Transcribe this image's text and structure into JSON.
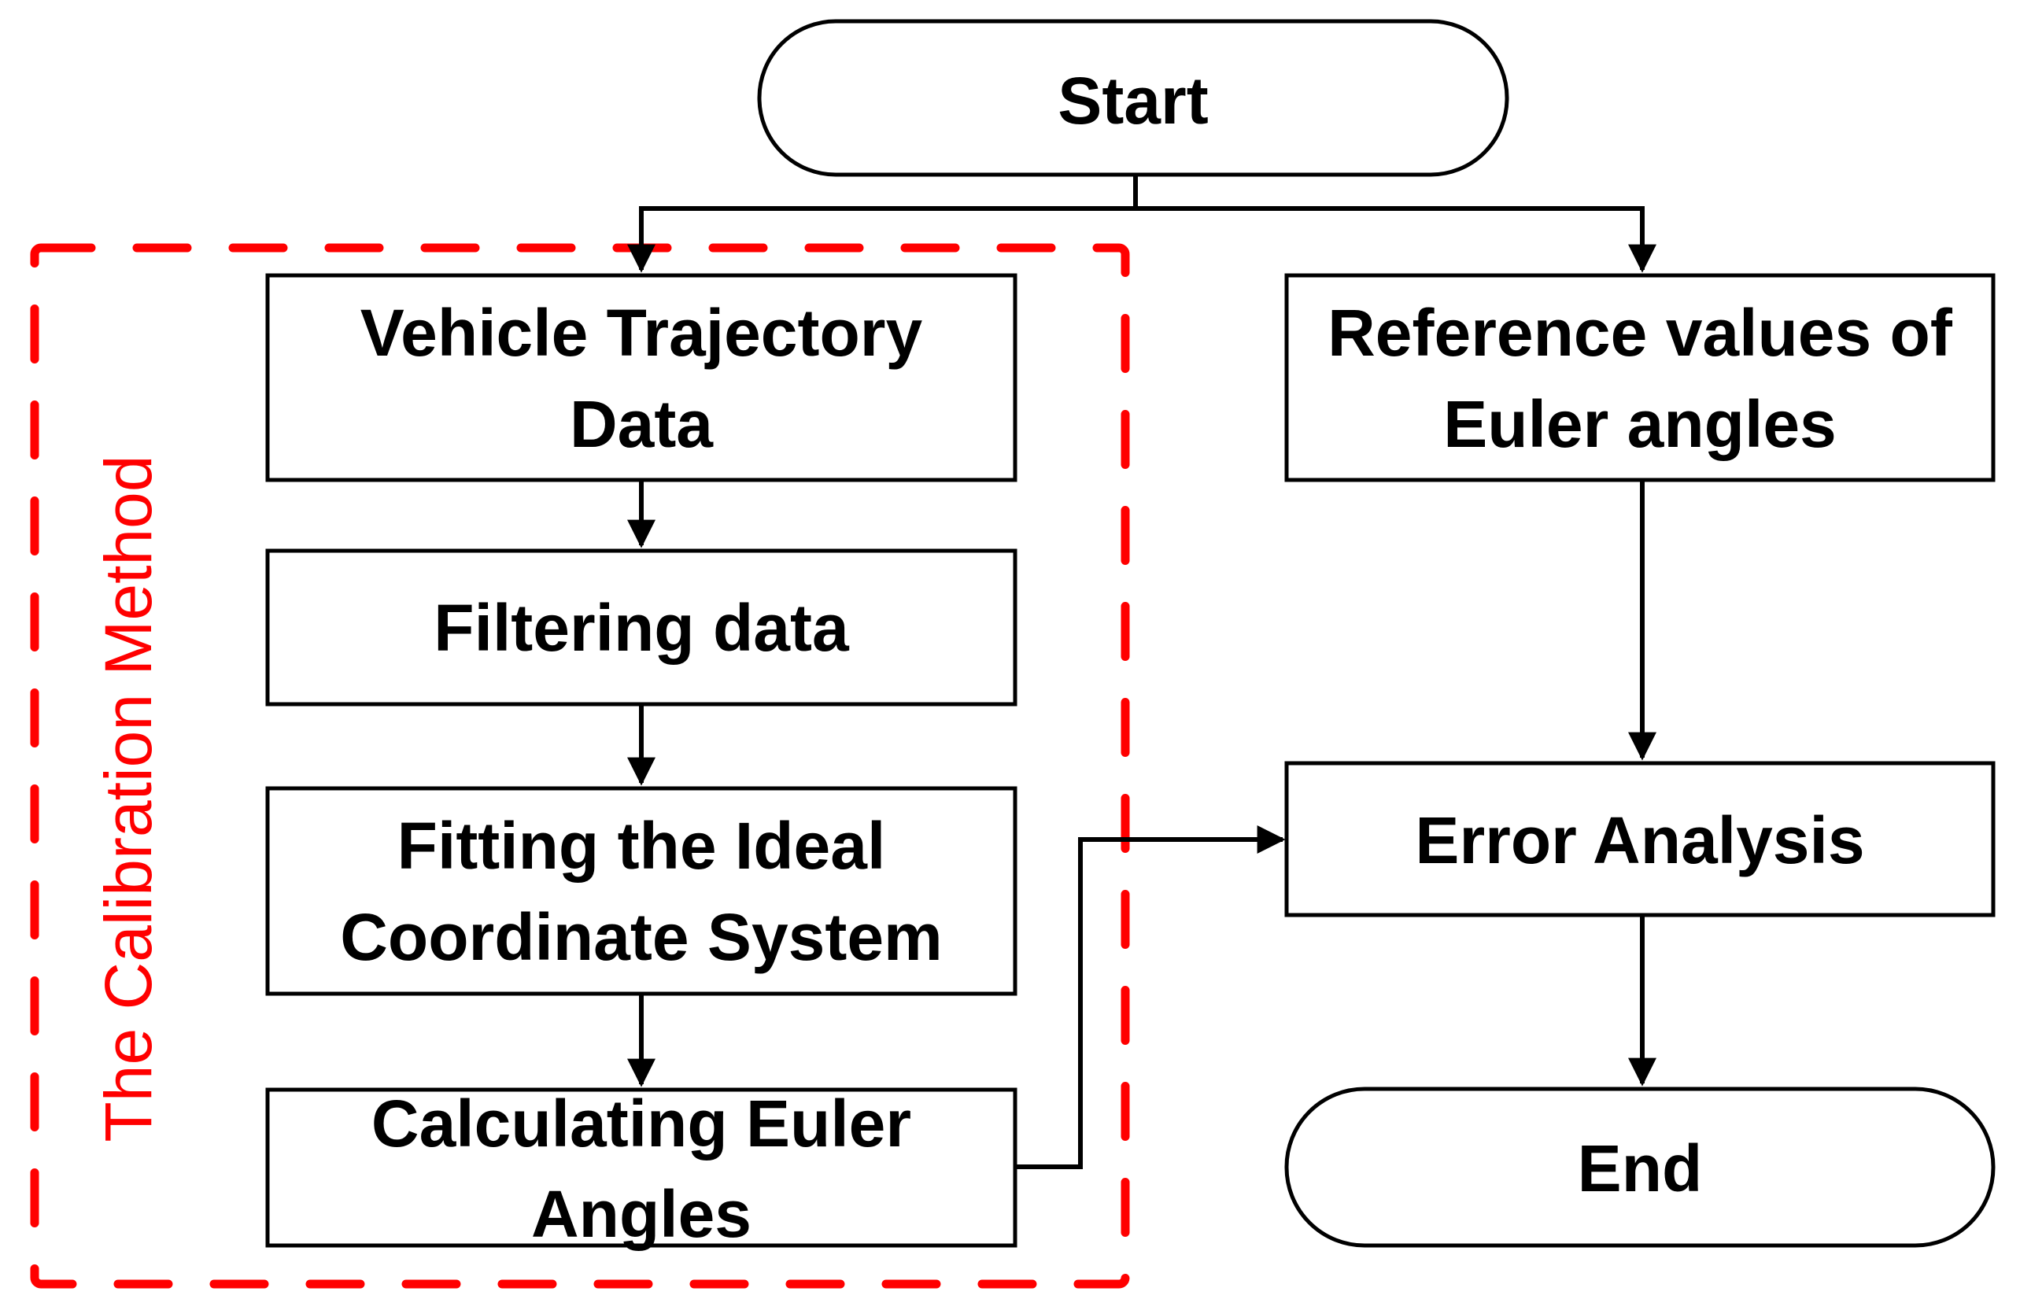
{
  "diagram": {
    "group_label": "The Calibration Method",
    "nodes": {
      "start": "Start",
      "trajectory": [
        "Vehicle Trajectory",
        "Data"
      ],
      "filtering": "Filtering data",
      "fitting": [
        "Fitting the Ideal",
        "Coordinate System"
      ],
      "calculating": [
        "Calculating Euler",
        "Angles"
      ],
      "reference": [
        "Reference values of",
        "Euler angles"
      ],
      "error": "Error Analysis",
      "end": "End"
    },
    "colors": {
      "group_border": "#ff0000",
      "group_label": "#ff0000",
      "lines": "#000000"
    }
  }
}
